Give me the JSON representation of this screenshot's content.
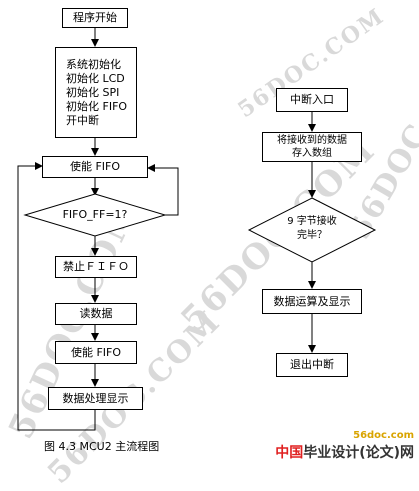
{
  "watermark": {
    "text_short": "56DOC.COM",
    "text_big": "56DOC.COM"
  },
  "left_flow": {
    "start": "程序开始",
    "init_lines": [
      "系统初始化",
      "初始化 LCD",
      "初始化 SPI",
      "初始化 FIFO",
      "开中断"
    ],
    "enable_fifo_1": "使能 FIFO",
    "decision": "FIFO_FF=1?",
    "disable_fifo": "禁止ＦＩＦＯ",
    "read_data": "读数据",
    "enable_fifo_2": "使能 FIFO",
    "process_display": "数据处理显示"
  },
  "right_flow": {
    "interrupt_entry": "中断入口",
    "store_lines": [
      "将接收到的数据",
      "存入数组"
    ],
    "decision_lines": [
      "9 字节接收",
      "完毕？"
    ],
    "compute_display": "数据运算及显示",
    "exit_interrupt": "退出中断"
  },
  "caption": "图 4.3 MCU2 主流程图",
  "logo": {
    "site": "56doc.com",
    "brand_cn": "中国",
    "brand_rest": "毕业设计(论文)网"
  }
}
